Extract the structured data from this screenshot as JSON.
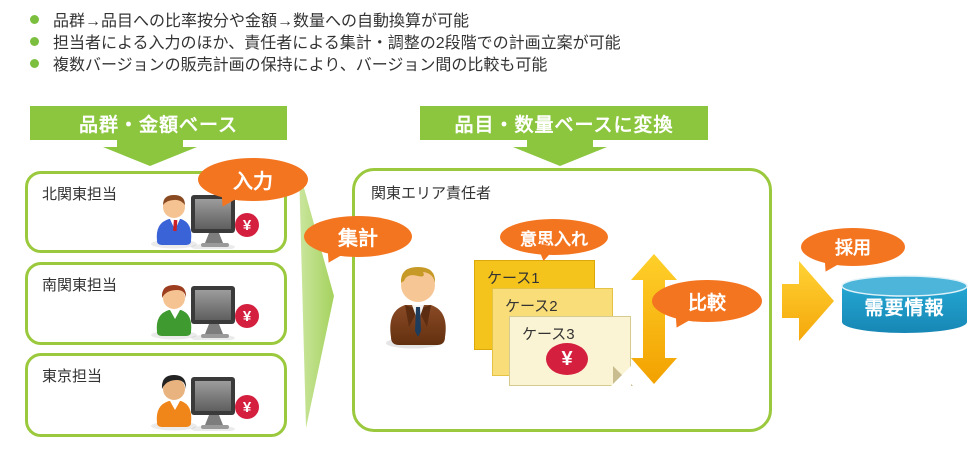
{
  "bullets": [
    "品群→品目への比率按分や金額→数量への自動換算が可能",
    "担当者による入力のほか、責任者による集計・調整の2段階での計画立案が可能",
    "複数バージョンの販売計画の保持により、バージョン間の比較も可能"
  ],
  "banners": {
    "left": "品群・金額ベース",
    "right": "品目・数量ベースに変換"
  },
  "regions": [
    {
      "label": "北関東担当"
    },
    {
      "label": "南関東担当"
    },
    {
      "label": "東京担当"
    }
  ],
  "panel": {
    "title": "関東エリア責任者",
    "cases": [
      {
        "label": "ケース1"
      },
      {
        "label": "ケース2"
      },
      {
        "label": "ケース3"
      }
    ]
  },
  "bubbles": {
    "input": "入力",
    "aggregate": "集計",
    "intent": "意思入れ",
    "compare": "比較",
    "adopt": "採用"
  },
  "database": {
    "label": "需要情報"
  },
  "currency_symbol": "¥",
  "colors": {
    "banner_green": "#8cc63f",
    "border_green": "#9bc93d",
    "bubble_orange": "#f47520",
    "yen_red": "#d41f3f",
    "arrow_yellow": "#fbb40e",
    "db_blue": "#1f9cc9",
    "card1_yellow": "#f4c41c",
    "card2_yellow": "#f9dd78",
    "card3_cream": "#fbf4d4"
  }
}
